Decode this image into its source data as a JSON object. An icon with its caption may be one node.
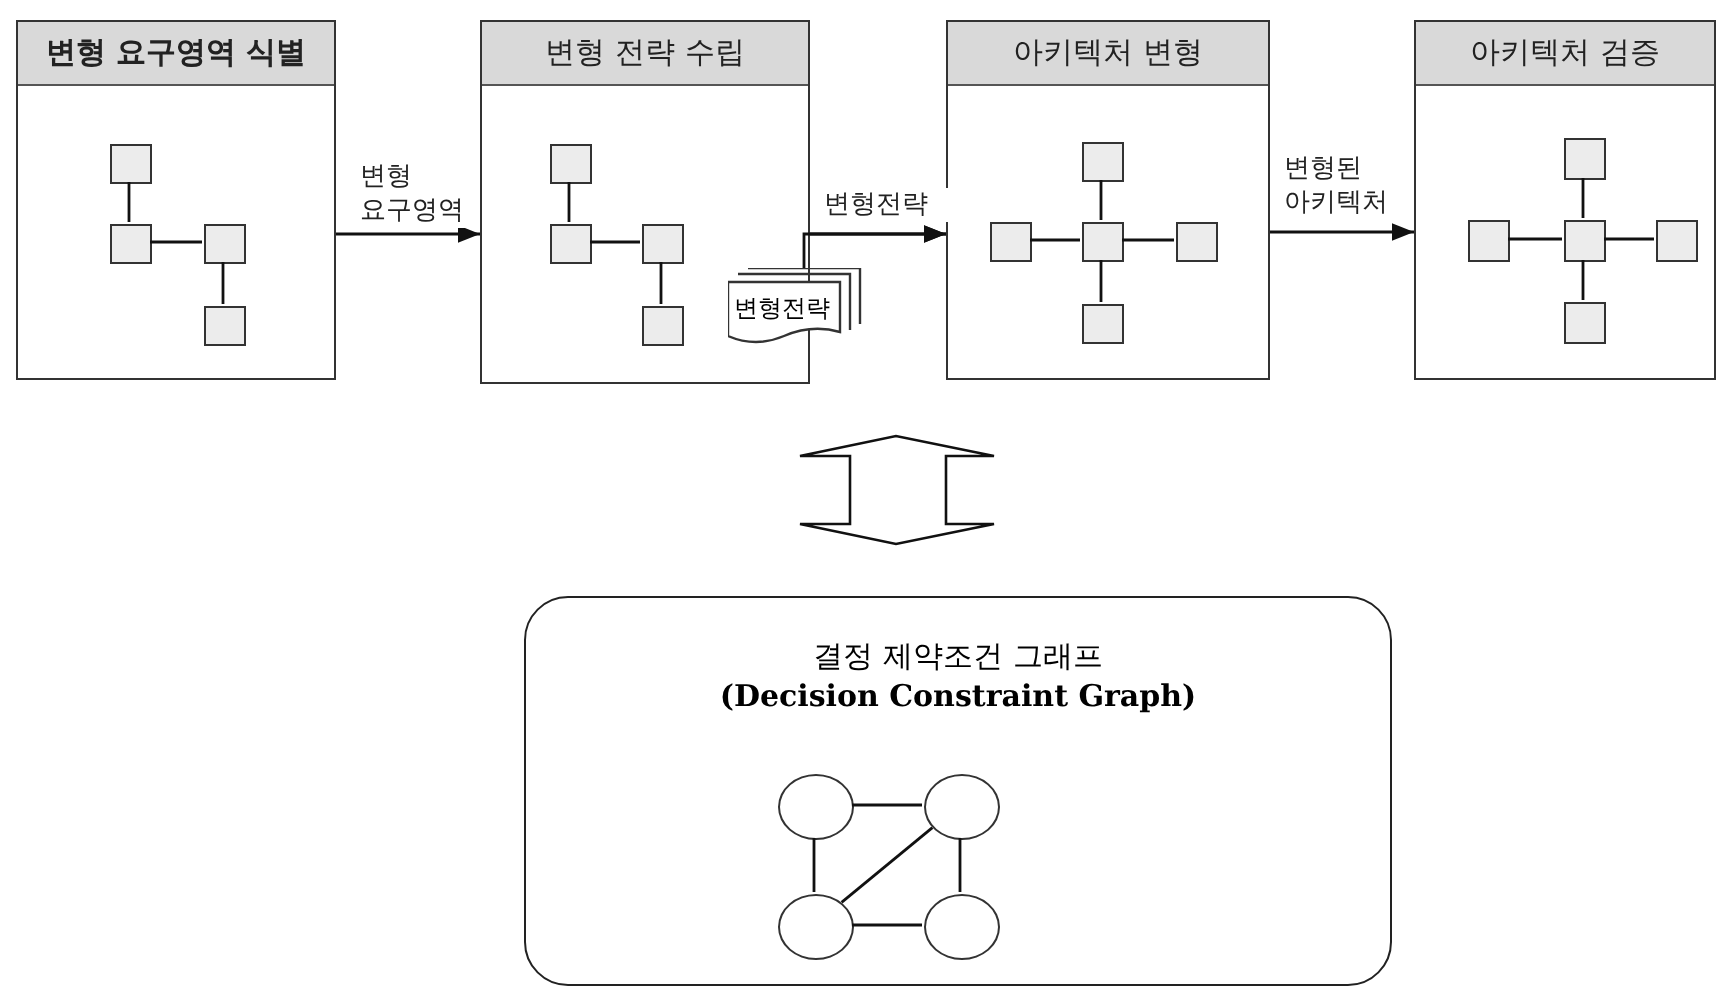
{
  "diagram": {
    "nodes": [
      {
        "text": [
          "변형 요구영역 식별"
        ]
      },
      {
        "text": [],
        "shape": "box",
        "in": 0
      },
      {
        "text": [],
        "shape": "box",
        "in": 0
      },
      {
        "text": [],
        "shape": "box",
        "in": 0
      },
      {
        "text": [],
        "shape": "box",
        "in": 0
      },
      {
        "text": [
          "변형 전략 수립"
        ]
      },
      {
        "text": [],
        "shape": "box",
        "in": 5
      },
      {
        "text": [],
        "shape": "box",
        "in": 5
      },
      {
        "text": [],
        "shape": "box",
        "in": 5
      },
      {
        "text": [],
        "shape": "box",
        "in": 5
      },
      {
        "text": [
          "변형전략"
        ]
      },
      {
        "text": [
          "아키텍처 변형"
        ]
      },
      {
        "text": [],
        "shape": "box",
        "in": 11
      },
      {
        "text": [],
        "shape": "box",
        "in": 11
      },
      {
        "text": [],
        "shape": "box",
        "in": 11
      },
      {
        "text": [],
        "shape": "box",
        "in": 11
      },
      {
        "text": [],
        "shape": "box",
        "in": 11
      },
      {
        "text": [
          "아키텍처 검증"
        ]
      },
      {
        "text": [],
        "shape": "box",
        "in": 17
      },
      {
        "text": [],
        "shape": "box",
        "in": 17
      },
      {
        "text": [],
        "shape": "box",
        "in": 17
      },
      {
        "text": [],
        "shape": "box",
        "in": 17
      },
      {
        "text": [],
        "shape": "box",
        "in": 17
      },
      {
        "text": [
          "결정 제약조건 그래프",
          "(Decision Constraint Graph)"
        ]
      },
      {
        "text": [],
        "shape": "circle",
        "in": 23
      },
      {
        "text": [],
        "shape": "circle",
        "in": 23
      },
      {
        "text": [],
        "shape": "circle",
        "in": 23
      },
      {
        "text": [],
        "shape": "circle",
        "in": 23
      }
    ],
    "edges": [
      {
        "from": 0,
        "to": 5,
        "arrow": "to",
        "label": "변형 요구영역"
      },
      {
        "from": 5,
        "to": 11,
        "arrow": "to",
        "label": "변형전략"
      },
      {
        "from": 10,
        "to": 11,
        "arrow": "to"
      },
      {
        "from": 11,
        "to": 17,
        "arrow": "to",
        "label": "변형된 아키텍처"
      },
      {
        "from": null,
        "to": 23,
        "arrow": "both"
      },
      {
        "from": 1,
        "to": 2,
        "arrow": "none"
      },
      {
        "from": 2,
        "to": 3,
        "arrow": "none"
      },
      {
        "from": 3,
        "to": 4,
        "arrow": "none"
      },
      {
        "from": 6,
        "to": 7,
        "arrow": "none"
      },
      {
        "from": 7,
        "to": 8,
        "arrow": "none"
      },
      {
        "from": 8,
        "to": 9,
        "arrow": "none"
      },
      {
        "from": 12,
        "to": 14,
        "arrow": "none"
      },
      {
        "from": 13,
        "to": 14,
        "arrow": "none"
      },
      {
        "from": 14,
        "to": 15,
        "arrow": "none"
      },
      {
        "from": 14,
        "to": 16,
        "arrow": "none"
      },
      {
        "from": 18,
        "to": 20,
        "arrow": "none"
      },
      {
        "from": 19,
        "to": 20,
        "arrow": "none"
      },
      {
        "from": 20,
        "to": 21,
        "arrow": "none"
      },
      {
        "from": 20,
        "to": 22,
        "arrow": "none"
      },
      {
        "from": 24,
        "to": 25,
        "arrow": "none"
      },
      {
        "from": 24,
        "to": 26,
        "arrow": "none"
      },
      {
        "from": 25,
        "to": 26,
        "arrow": "none"
      },
      {
        "from": 26,
        "to": 27,
        "arrow": "none"
      },
      {
        "from": 25,
        "to": 27,
        "arrow": "none"
      }
    ]
  }
}
